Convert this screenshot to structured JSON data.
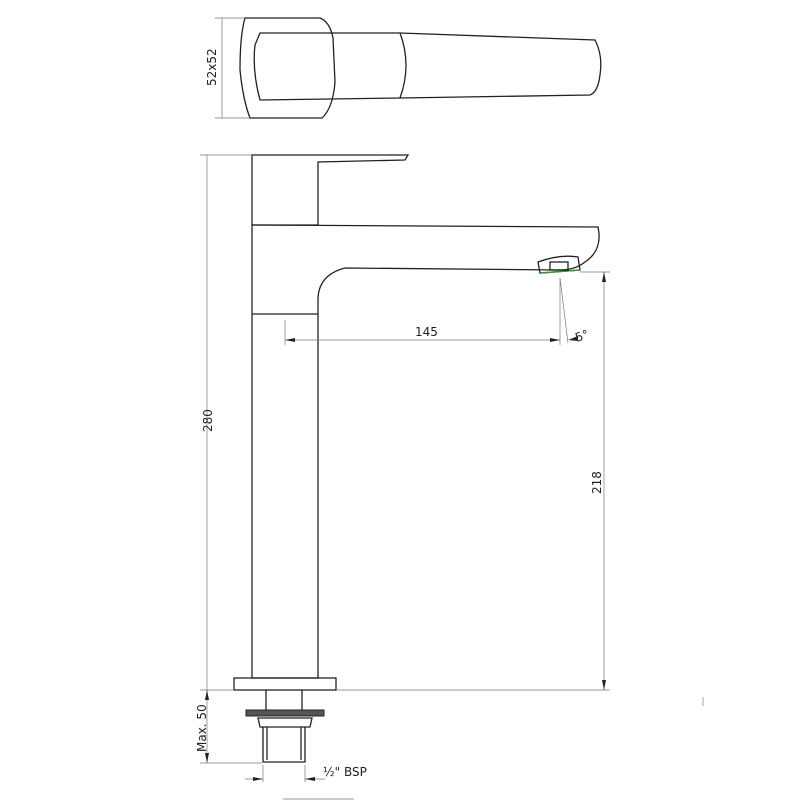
{
  "dimensions": {
    "handle_size": "52x52",
    "total_height": "280",
    "spout_reach": "145",
    "spout_angle": "5°",
    "spout_height": "218",
    "max_thickness": "Max. 50",
    "connection": "½\" BSP"
  },
  "colors": {
    "outline": "#222222",
    "dimension": "#777777",
    "aerator_accent": "#2e9a2e"
  }
}
